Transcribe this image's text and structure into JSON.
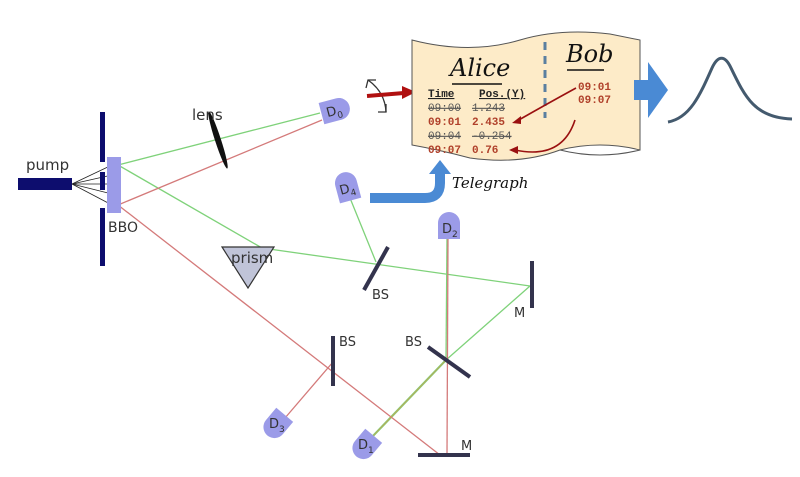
{
  "labels": {
    "pump": "pump",
    "bbo": "BBO",
    "lens": "lens",
    "prism": "prism",
    "bs_upper": "BS",
    "bs_left": "BS",
    "bs_right": "BS",
    "mirror_right": "M",
    "mirror_bottom": "M",
    "telegraph": "Telegraph"
  },
  "detectors": [
    {
      "id": "D",
      "sub": "0"
    },
    {
      "id": "D",
      "sub": "1"
    },
    {
      "id": "D",
      "sub": "2"
    },
    {
      "id": "D",
      "sub": "3"
    },
    {
      "id": "D",
      "sub": "4"
    }
  ],
  "scroll": {
    "alice": {
      "title": "Alice",
      "col_time": "Time",
      "col_pos": "Pos.(Y)",
      "rows": [
        {
          "time": "09:00",
          "pos": "1.243",
          "struck": true
        },
        {
          "time": "09:01",
          "pos": "2.435",
          "struck": false
        },
        {
          "time": "09:04",
          "pos": "-0.254",
          "struck": true
        },
        {
          "time": "09:07",
          "pos": "0.76",
          "struck": false
        }
      ]
    },
    "bob": {
      "title": "Bob",
      "times": [
        "09:01",
        "09:07"
      ]
    }
  },
  "colors": {
    "signal_beam": "#7fd27a",
    "idler_beam": "#d47a7a",
    "optic_dark": "#1a1a6e",
    "detector": "#9b9be8",
    "scroll_fill": "#fdebc8",
    "arrow_blue": "#4a8ad4",
    "arrow_red": "#b01010",
    "highlight_text": "#b0402a"
  }
}
